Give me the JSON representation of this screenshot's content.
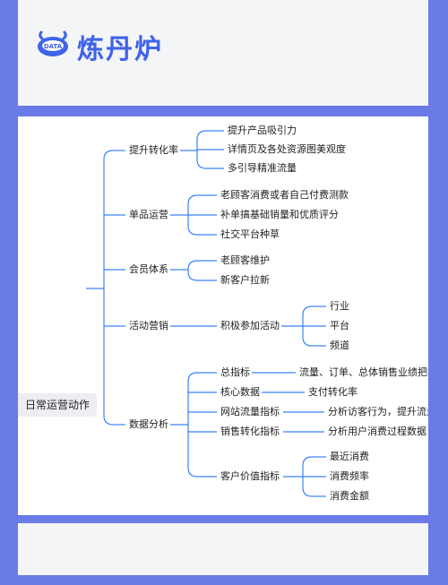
{
  "brand": {
    "name": "炼丹炉",
    "badge": "DATA",
    "accent": "#3f63e9"
  },
  "mindmap": {
    "root": "日常运营动作",
    "branches": [
      {
        "label": "提升转化率",
        "children": [
          "提升产品吸引力",
          "详情页及各处资源图美观度",
          "多引导精准流量"
        ]
      },
      {
        "label": "单品运营",
        "children": [
          "老顾客消费或者自己付费测款",
          "补单搞基础销量和优质评分",
          "社交平台种草"
        ]
      },
      {
        "label": "会员体系",
        "children": [
          "老顾客维护",
          "新客户拉新"
        ]
      },
      {
        "label": "活动营销",
        "children": [
          {
            "label": "积极参加活动",
            "children": [
              "行业",
              "平台",
              "频道"
            ]
          }
        ]
      },
      {
        "label": "数据分析",
        "children": [
          {
            "label": "总指标",
            "children": [
              "流量、订单、总体销售业绩把控"
            ]
          },
          {
            "label": "核心数据",
            "children": [
              "支付转化率"
            ]
          },
          {
            "label": "网站流量指标",
            "children": [
              "分析访客行为，提升流量"
            ]
          },
          {
            "label": "销售转化指标",
            "children": [
              "分析用户消费过程数据"
            ]
          },
          {
            "label": "客户价值指标",
            "children": [
              "最近消费",
              "消费频率",
              "消费金额"
            ]
          }
        ]
      }
    ]
  },
  "colors": {
    "frame": "#6a7ae6",
    "line": "#3b82f6"
  }
}
